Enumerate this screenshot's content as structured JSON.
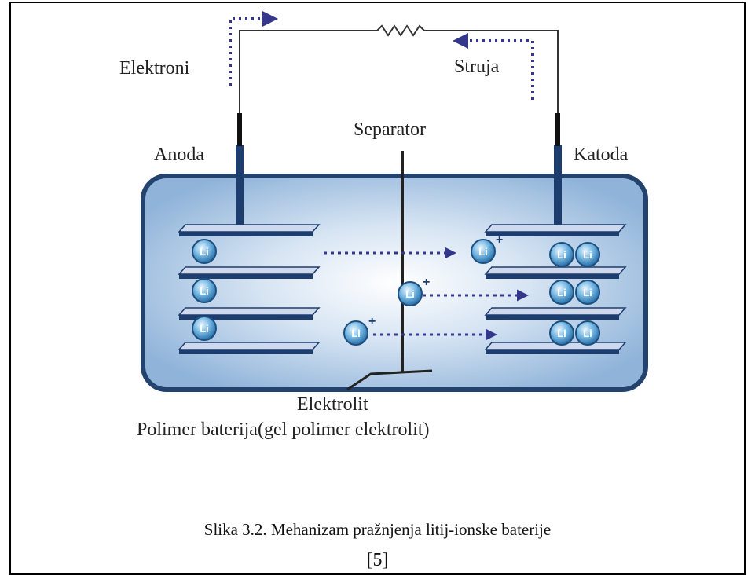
{
  "diagram": {
    "labels": {
      "electrons": "Elektroni",
      "current": "Struja",
      "separator": "Separator",
      "anode": "Anoda",
      "cathode": "Katoda",
      "electrolyte": "Elektrolit",
      "battery_type": "Polimer baterija(gel polimer elektrolit)"
    },
    "ion_symbol": "Li",
    "ion_charge": "+",
    "colors": {
      "container_fill": "#8fb3d9",
      "container_center": "#ffffff",
      "container_border": "#24426e",
      "electrode_plate": "#1d3d6e",
      "plate_highlight": "#cfd9ee",
      "arrow": "#34378a",
      "wire": "#333333",
      "ion_fill": "#3f8fc4"
    }
  },
  "caption": {
    "title": "Slika 3.2. Mehanizam pražnjenja litij-ionske baterije",
    "reference": "[5]"
  }
}
